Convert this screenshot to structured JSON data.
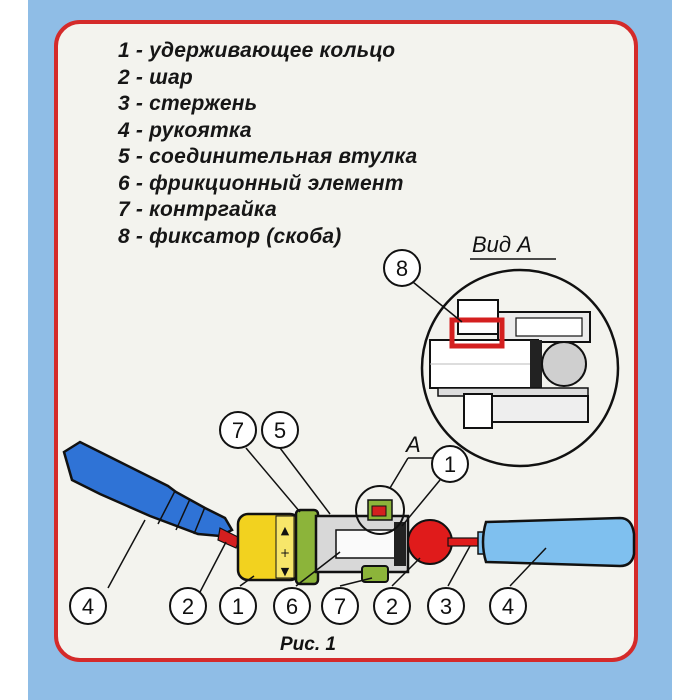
{
  "legend": [
    {
      "num": "1",
      "text": "удерживающее кольцо"
    },
    {
      "num": "2",
      "text": "шар"
    },
    {
      "num": "3",
      "text": "стержень"
    },
    {
      "num": "4",
      "text": "рукоятка"
    },
    {
      "num": "5",
      "text": "соединительная втулка"
    },
    {
      "num": "6",
      "text": "фрикционный элемент"
    },
    {
      "num": "7",
      "text": "контргайка"
    },
    {
      "num": "8",
      "text": "фиксатор (скоба)"
    }
  ],
  "view_label": "Вид А",
  "view_marker": "А",
  "caption": "Рис. 1",
  "callouts": {
    "c8": "8",
    "c7_top": "7",
    "c5_top": "5",
    "c1_top": "1",
    "c4_left": "4",
    "c2_left": "2",
    "c1_bottom": "1",
    "c6": "6",
    "c7_bottom": "7",
    "c2_bottom": "2",
    "c3": "3",
    "c4_right": "4"
  },
  "colors": {
    "frame": "#8fbde6",
    "border": "#d42a2a",
    "handle": "#2f73d6",
    "sleeve": "#f2d21f",
    "ball": "#e01b1b",
    "ring": "#8cb43a",
    "light_handle": "#7fc0ef"
  }
}
